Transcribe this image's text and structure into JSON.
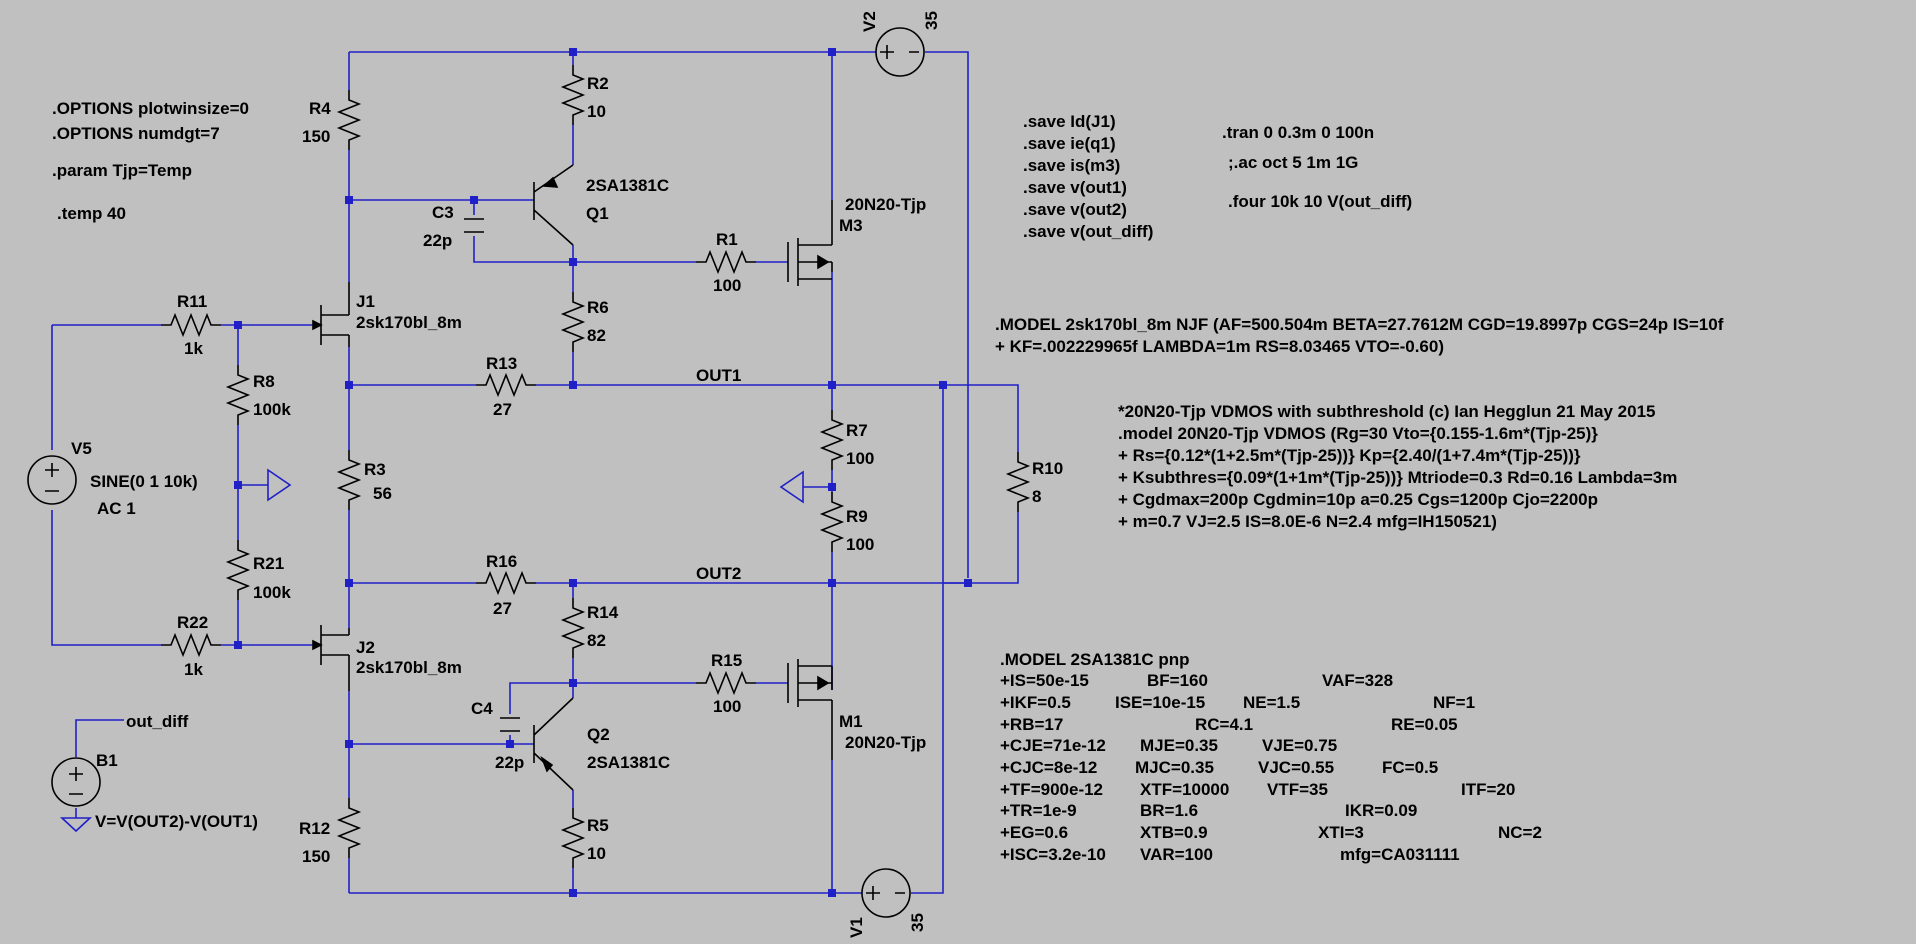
{
  "colors": {
    "background": "#c0c0c0",
    "wire": "#2020c8",
    "component": "#000000",
    "text": "#000000"
  },
  "directives": {
    "options_plotwinsize": ".OPTIONS plotwinsize=0",
    "options_numdgt": ".OPTIONS numdgt=7",
    "param": ".param Tjp=Temp",
    "temp": ".temp 40",
    "save": [
      ".save Id(J1)",
      ".save ie(q1)",
      ".save is(m3)",
      ".save v(out1)",
      ".save v(out2)",
      ".save v(out_diff)"
    ],
    "tran": ".tran 0 0.3m 0 100n",
    "ac": ";.ac oct 5 1m 1G",
    "four": ".four 10k 10 V(out_diff)",
    "jfet_model": [
      ".MODEL 2sk170bl_8m NJF (AF=500.504m BETA=27.7612M CGD=19.8997p CGS=24p IS=10f",
      "+ KF=.002229965f LAMBDA=1m RS=8.03465 VTO=-0.60)"
    ],
    "vdmos_model": [
      "*20N20-Tjp VDMOS with subthreshold (c) Ian Hegglun 21 May 2015",
      ".model 20N20-Tjp VDMOS (Rg=30 Vto={0.155-1.6m*(Tjp-25)}",
      "+ Rs={0.12*(1+2.5m*(Tjp-25))} Kp={2.40/(1+7.4m*(Tjp-25))}",
      "+ Ksubthres={0.09*(1+1m*(Tjp-25))} Mtriode=0.3  Rd=0.16 Lambda=3m",
      "+ Cgdmax=200p Cgdmin=10p a=0.25 Cgs=1200p Cjo=2200p",
      "+ m=0.7 VJ=2.5 IS=8.0E-6 N=2.4 mfg=IH150521)"
    ],
    "pnp_model": [
      [
        ".MODEL 2SA1381C pnp"
      ],
      [
        "+IS=50e-15",
        "BF=160",
        "VAF=328"
      ],
      [
        "+IKF=0.5",
        "ISE=10e-15",
        "NE=1.5",
        "NF=1"
      ],
      [
        "+RB=17",
        "RC=4.1",
        "RE=0.05"
      ],
      [
        "+CJE=71e-12",
        "MJE=0.35",
        "VJE=0.75"
      ],
      [
        "+CJC=8e-12",
        "MJC=0.35",
        "VJC=0.55",
        "FC=0.5"
      ],
      [
        "+TF=900e-12",
        "XTF=10000",
        "VTF=35",
        "ITF=20"
      ],
      [
        "+TR=1e-9",
        "BR=1.6",
        "IKR=0.09"
      ],
      [
        "+EG=0.6",
        "XTB=0.9",
        "XTI=3",
        "NC=2"
      ],
      [
        "+ISC=3.2e-10",
        "VAR=100",
        "mfg=CA031111"
      ]
    ]
  },
  "components": {
    "R4": {
      "ref": "R4",
      "value": "150"
    },
    "R2": {
      "ref": "R2",
      "value": "10"
    },
    "V2": {
      "ref": "V2",
      "value": "35"
    },
    "Q1": {
      "ref": "Q1",
      "model": "2SA1381C"
    },
    "C3": {
      "ref": "C3",
      "value": "22p"
    },
    "M3": {
      "ref": "M3",
      "model": "20N20-Tjp"
    },
    "R1": {
      "ref": "R1",
      "value": "100"
    },
    "R6": {
      "ref": "R6",
      "value": "82"
    },
    "J1": {
      "ref": "J1",
      "model": "2sk170bl_8m"
    },
    "R11": {
      "ref": "R11",
      "value": "1k"
    },
    "R8": {
      "ref": "R8",
      "value": "100k"
    },
    "R13": {
      "ref": "R13",
      "value": "27"
    },
    "V5": {
      "ref": "V5",
      "value": "SINE(0 1 10k)",
      "ac": "AC 1"
    },
    "R3": {
      "ref": "R3",
      "value": "56"
    },
    "R7": {
      "ref": "R7",
      "value": "100"
    },
    "R9": {
      "ref": "R9",
      "value": "100"
    },
    "R10": {
      "ref": "R10",
      "value": "8"
    },
    "R21": {
      "ref": "R21",
      "value": "100k"
    },
    "R16": {
      "ref": "R16",
      "value": "27"
    },
    "R14": {
      "ref": "R14",
      "value": "82"
    },
    "R22": {
      "ref": "R22",
      "value": "1k"
    },
    "J2": {
      "ref": "J2",
      "model": "2sk170bl_8m"
    },
    "R15": {
      "ref": "R15",
      "value": "100"
    },
    "M1": {
      "ref": "M1",
      "model": "20N20-Tjp"
    },
    "C4": {
      "ref": "C4",
      "value": "22p"
    },
    "Q2": {
      "ref": "Q2",
      "model": "2SA1381C"
    },
    "B1": {
      "ref": "B1",
      "value": "V=V(OUT2)-V(OUT1)"
    },
    "R12": {
      "ref": "R12",
      "value": "150"
    },
    "R5": {
      "ref": "R5",
      "value": "10"
    },
    "V1": {
      "ref": "V1",
      "value": "35"
    }
  },
  "nets": {
    "out1": "OUT1",
    "out2": "OUT2",
    "out_diff": "out_diff"
  }
}
